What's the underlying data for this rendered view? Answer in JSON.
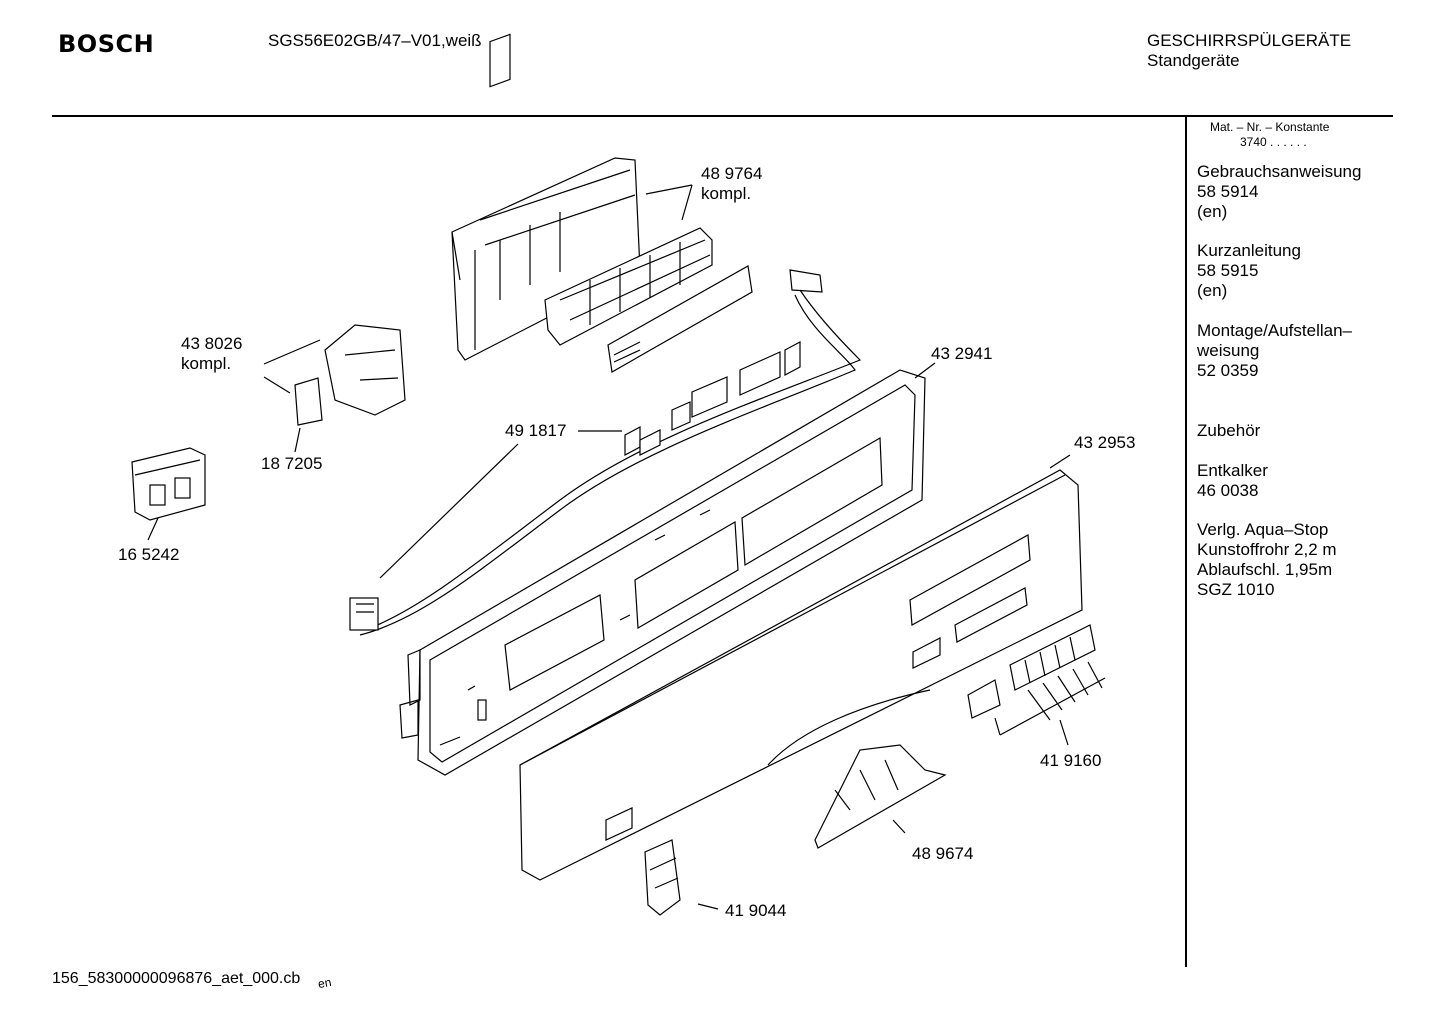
{
  "header": {
    "brand": "BOSCH",
    "model": "SGS56E02GB/47–V01,weiß",
    "category_line1": "GESCHIRRSPÜLGERÄTE",
    "category_line2": "Standgeräte"
  },
  "sidebar": {
    "mat_label": "Mat. – Nr. – Konstante",
    "mat_value": "3740 . . . . . .",
    "items": [
      {
        "lines": [
          "Gebrauchsanweisung",
          "58 5914",
          "(en)"
        ]
      },
      {
        "lines": [
          "Kurzanleitung",
          "58 5915",
          "(en)"
        ]
      },
      {
        "lines": [
          "Montage/Aufstellan–",
          "weisung",
          "52 0359"
        ]
      },
      {
        "lines": [
          "Zubehör"
        ]
      },
      {
        "lines": [
          "Entkalker",
          "46 0038"
        ]
      },
      {
        "lines": [
          "Verlg. Aqua–Stop",
          "Kunstoffrohr 2,2 m",
          "Ablaufschl. 1,95m",
          "SGZ 1010"
        ]
      }
    ]
  },
  "callouts": {
    "p489764": {
      "line1": "48 9764",
      "line2": "kompl."
    },
    "p438026": {
      "line1": "43 8026",
      "line2": "kompl."
    },
    "p187205": "18 7205",
    "p165242": "16 5242",
    "p491817": "49 1817",
    "p432941": "43 2941",
    "p432953": "43 2953",
    "p419160": "41 9160",
    "p489674": "48 9674",
    "p419044": "41 9044"
  },
  "footer": {
    "code": "156_58300000096876_aet_000.cb",
    "suffix": "en"
  }
}
